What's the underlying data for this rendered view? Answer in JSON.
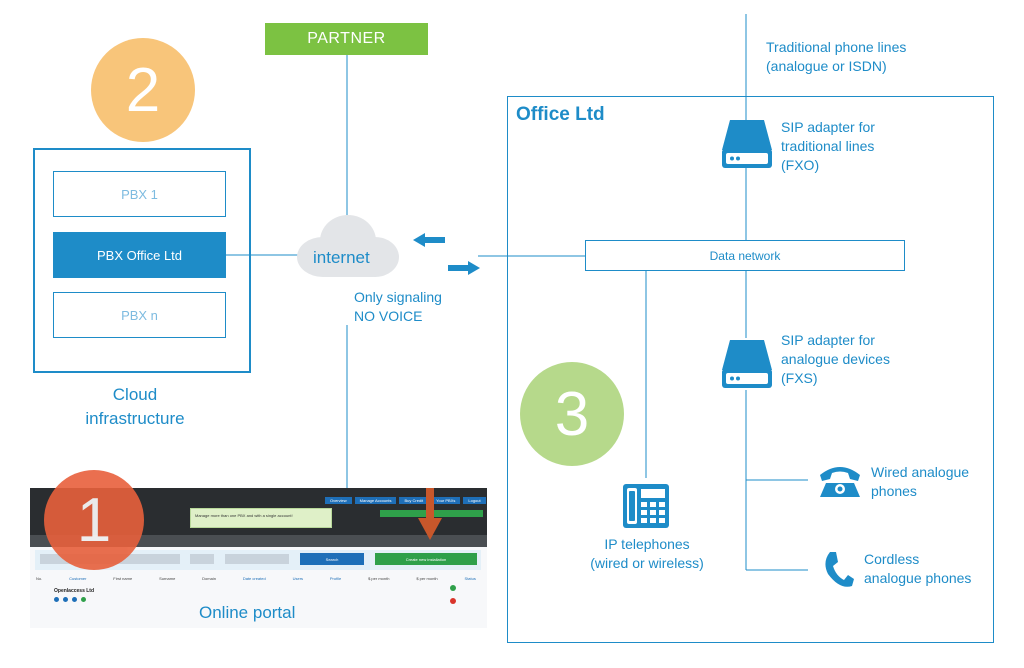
{
  "partner": {
    "label": "PARTNER",
    "color": "#7cc242"
  },
  "steps": {
    "one": {
      "number": "1",
      "color": "#e8603c"
    },
    "two": {
      "number": "2",
      "color": "#f8c57a"
    },
    "three": {
      "number": "3",
      "color": "#b6d98b"
    }
  },
  "cloud": {
    "pbx_items": [
      "PBX 1",
      "PBX Office Ltd",
      "PBX n"
    ],
    "caption_line1": "Cloud",
    "caption_line2": "infrastructure"
  },
  "internet": {
    "label": "internet",
    "note_line1": "Only signaling",
    "note_line2": "NO VOICE"
  },
  "office": {
    "title": "Office Ltd",
    "data_network": "Data network",
    "traditional_lines": {
      "line1": "Traditional phone lines",
      "line2": "(analogue or ISDN)"
    },
    "fxo": {
      "line1": "SIP adapter for",
      "line2": "traditional lines",
      "line3": "(FXO)"
    },
    "fxs": {
      "line1": "SIP adapter for",
      "line2": "analogue devices",
      "line3": "(FXS)"
    },
    "ip_phones": {
      "line1": "IP telephones",
      "line2": "(wired or wireless)"
    },
    "wired_phones": {
      "line1": "Wired analogue",
      "line2": "phones"
    },
    "cordless_phones": {
      "line1": "Cordless",
      "line2": "analogue phones"
    }
  },
  "portal": {
    "caption": "Online portal",
    "nav": [
      "Overview",
      "Manage Accounts",
      "Buy Credit",
      "Your PBXs",
      "Logout"
    ],
    "banner": "Manage more than one PBX and with a single account!",
    "create_button": "Create new installation",
    "search_button": "Search",
    "customer_name": "Openlaccess Ltd",
    "columns": [
      "No.",
      "Customer",
      "First name",
      "Surname",
      "Domain",
      "Date created",
      "Users",
      "Profile",
      "$ per month",
      "$ per month",
      "Status"
    ]
  },
  "colors": {
    "accent": "#1e8cc8",
    "cloud": "#e3e5e8",
    "portal_arrow": "#c8572b"
  }
}
